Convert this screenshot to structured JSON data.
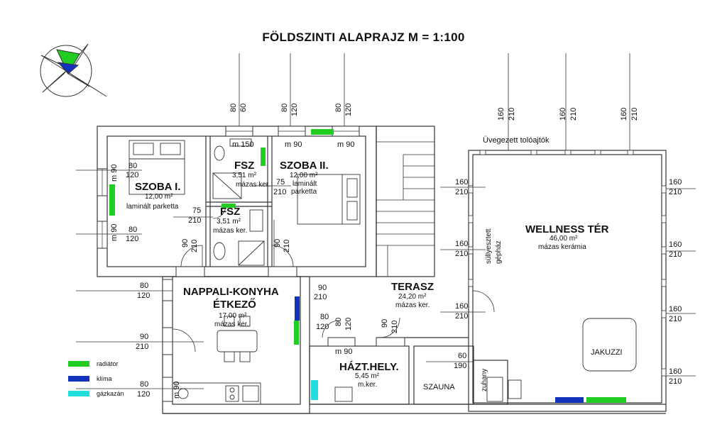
{
  "title": "FÖLDSZINTI ALAPRAJZ M = 1:100",
  "colors": {
    "radiator": "#22cc22",
    "clima": "#1133bb",
    "boiler": "#22dddd",
    "wall": "#333333"
  },
  "rooms": {
    "szoba1": {
      "name": "SZOBA I.",
      "area": "12,00 m²",
      "floor": "laminált parketta"
    },
    "fsz1": {
      "name": "FSZ",
      "area": "3,51 m²",
      "floor": "mázas ker."
    },
    "fsz2": {
      "name": "FSZ",
      "area": "3,51 m²",
      "floor": "mázas ker."
    },
    "szoba2": {
      "name": "SZOBA II.",
      "area": "12,00 m²",
      "floor1": "laminált",
      "floor2": "parketta"
    },
    "nappali": {
      "name1": "NAPPALI-KONYHA",
      "name2": "ÉTKEZŐ",
      "area": "17,00 m²",
      "floor": "mázas ker."
    },
    "terasz": {
      "name": "TERASZ",
      "area": "24,20 m²",
      "floor": "mázas ker."
    },
    "wellness": {
      "name": "WELLNESS TÉR",
      "area": "46,00 m²",
      "floor": "mázas kerámia"
    },
    "hazt": {
      "name": "HÁZT.HELY.",
      "area": "5,45 m²",
      "floor": "m.ker."
    },
    "szauna": {
      "name": "SZAUNA"
    },
    "zuhany": {
      "name": "zuhany"
    },
    "jakuzzi": {
      "name": "JAKUZZI"
    }
  },
  "notes": {
    "tolo": "Üvegezett tolóajtók",
    "gephaz1": "süllyesztett",
    "gephaz2": "gépház"
  },
  "dims": {
    "d80": "80",
    "d60": "60",
    "d120": "120",
    "d90": "90",
    "d210": "210",
    "d160": "160",
    "d75": "75",
    "d190": "190",
    "m150": "m 150",
    "m90": "m 90"
  },
  "legend": [
    {
      "label": "radiátor",
      "color": "#22cc22"
    },
    {
      "label": "klíma",
      "color": "#1133bb"
    },
    {
      "label": "gázkazán",
      "color": "#22dddd"
    }
  ]
}
